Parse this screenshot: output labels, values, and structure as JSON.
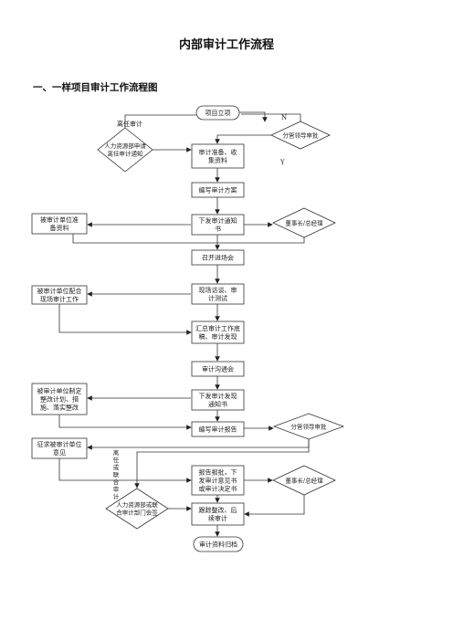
{
  "title": "内部审计工作流程",
  "section_heading": "一、一样项目审计工作流程图",
  "nodes": {
    "project_approval": "项目立项",
    "dept_head_review_1": "分管领导审批",
    "leaving_audit": "离任审计",
    "hr_notice": [
      "人力资源部申请",
      "离任审计通知"
    ],
    "prepare_collect": [
      "审计准备、收",
      "集资料"
    ],
    "plan": "编写审计方案",
    "notice_issue": [
      "下发审计通知",
      "书"
    ],
    "ceo_1": "董事长/总经理",
    "auditee_prepare": [
      "被审计单位准",
      "备资料"
    ],
    "entry_meeting": "召开进场会",
    "field_interview": [
      "现场访谈、审",
      "计测试"
    ],
    "auditee_cooperate": [
      "被审计单位配合",
      "现场审计工作"
    ],
    "summarize": [
      "汇总审计工作底",
      "稿、审计发现"
    ],
    "comm_meeting": "审计沟通会",
    "issue_findings": [
      "下发审计发现",
      "通知书"
    ],
    "auditee_rectify_plan": [
      "被审计单位制定",
      "整改计划、措",
      "施、落实整改"
    ],
    "write_report": "编写审计报告",
    "dept_head_review_2": "分管领导审批",
    "solicit_opinion": [
      "征求被审计单位",
      "意见"
    ],
    "report_submit": [
      "报告报批，下",
      "发审计意见书",
      "或审计决定书"
    ],
    "ceo_2": "董事长/总经理",
    "hr_joint": [
      "人力资源部或联",
      "合审计部门会签"
    ],
    "vertical_note": "离任或联合审计",
    "follow_up": [
      "跟踪整改、后",
      "续审计"
    ],
    "archive": "审计资料归档"
  },
  "labels": {
    "no": "N",
    "yes": "Y"
  }
}
